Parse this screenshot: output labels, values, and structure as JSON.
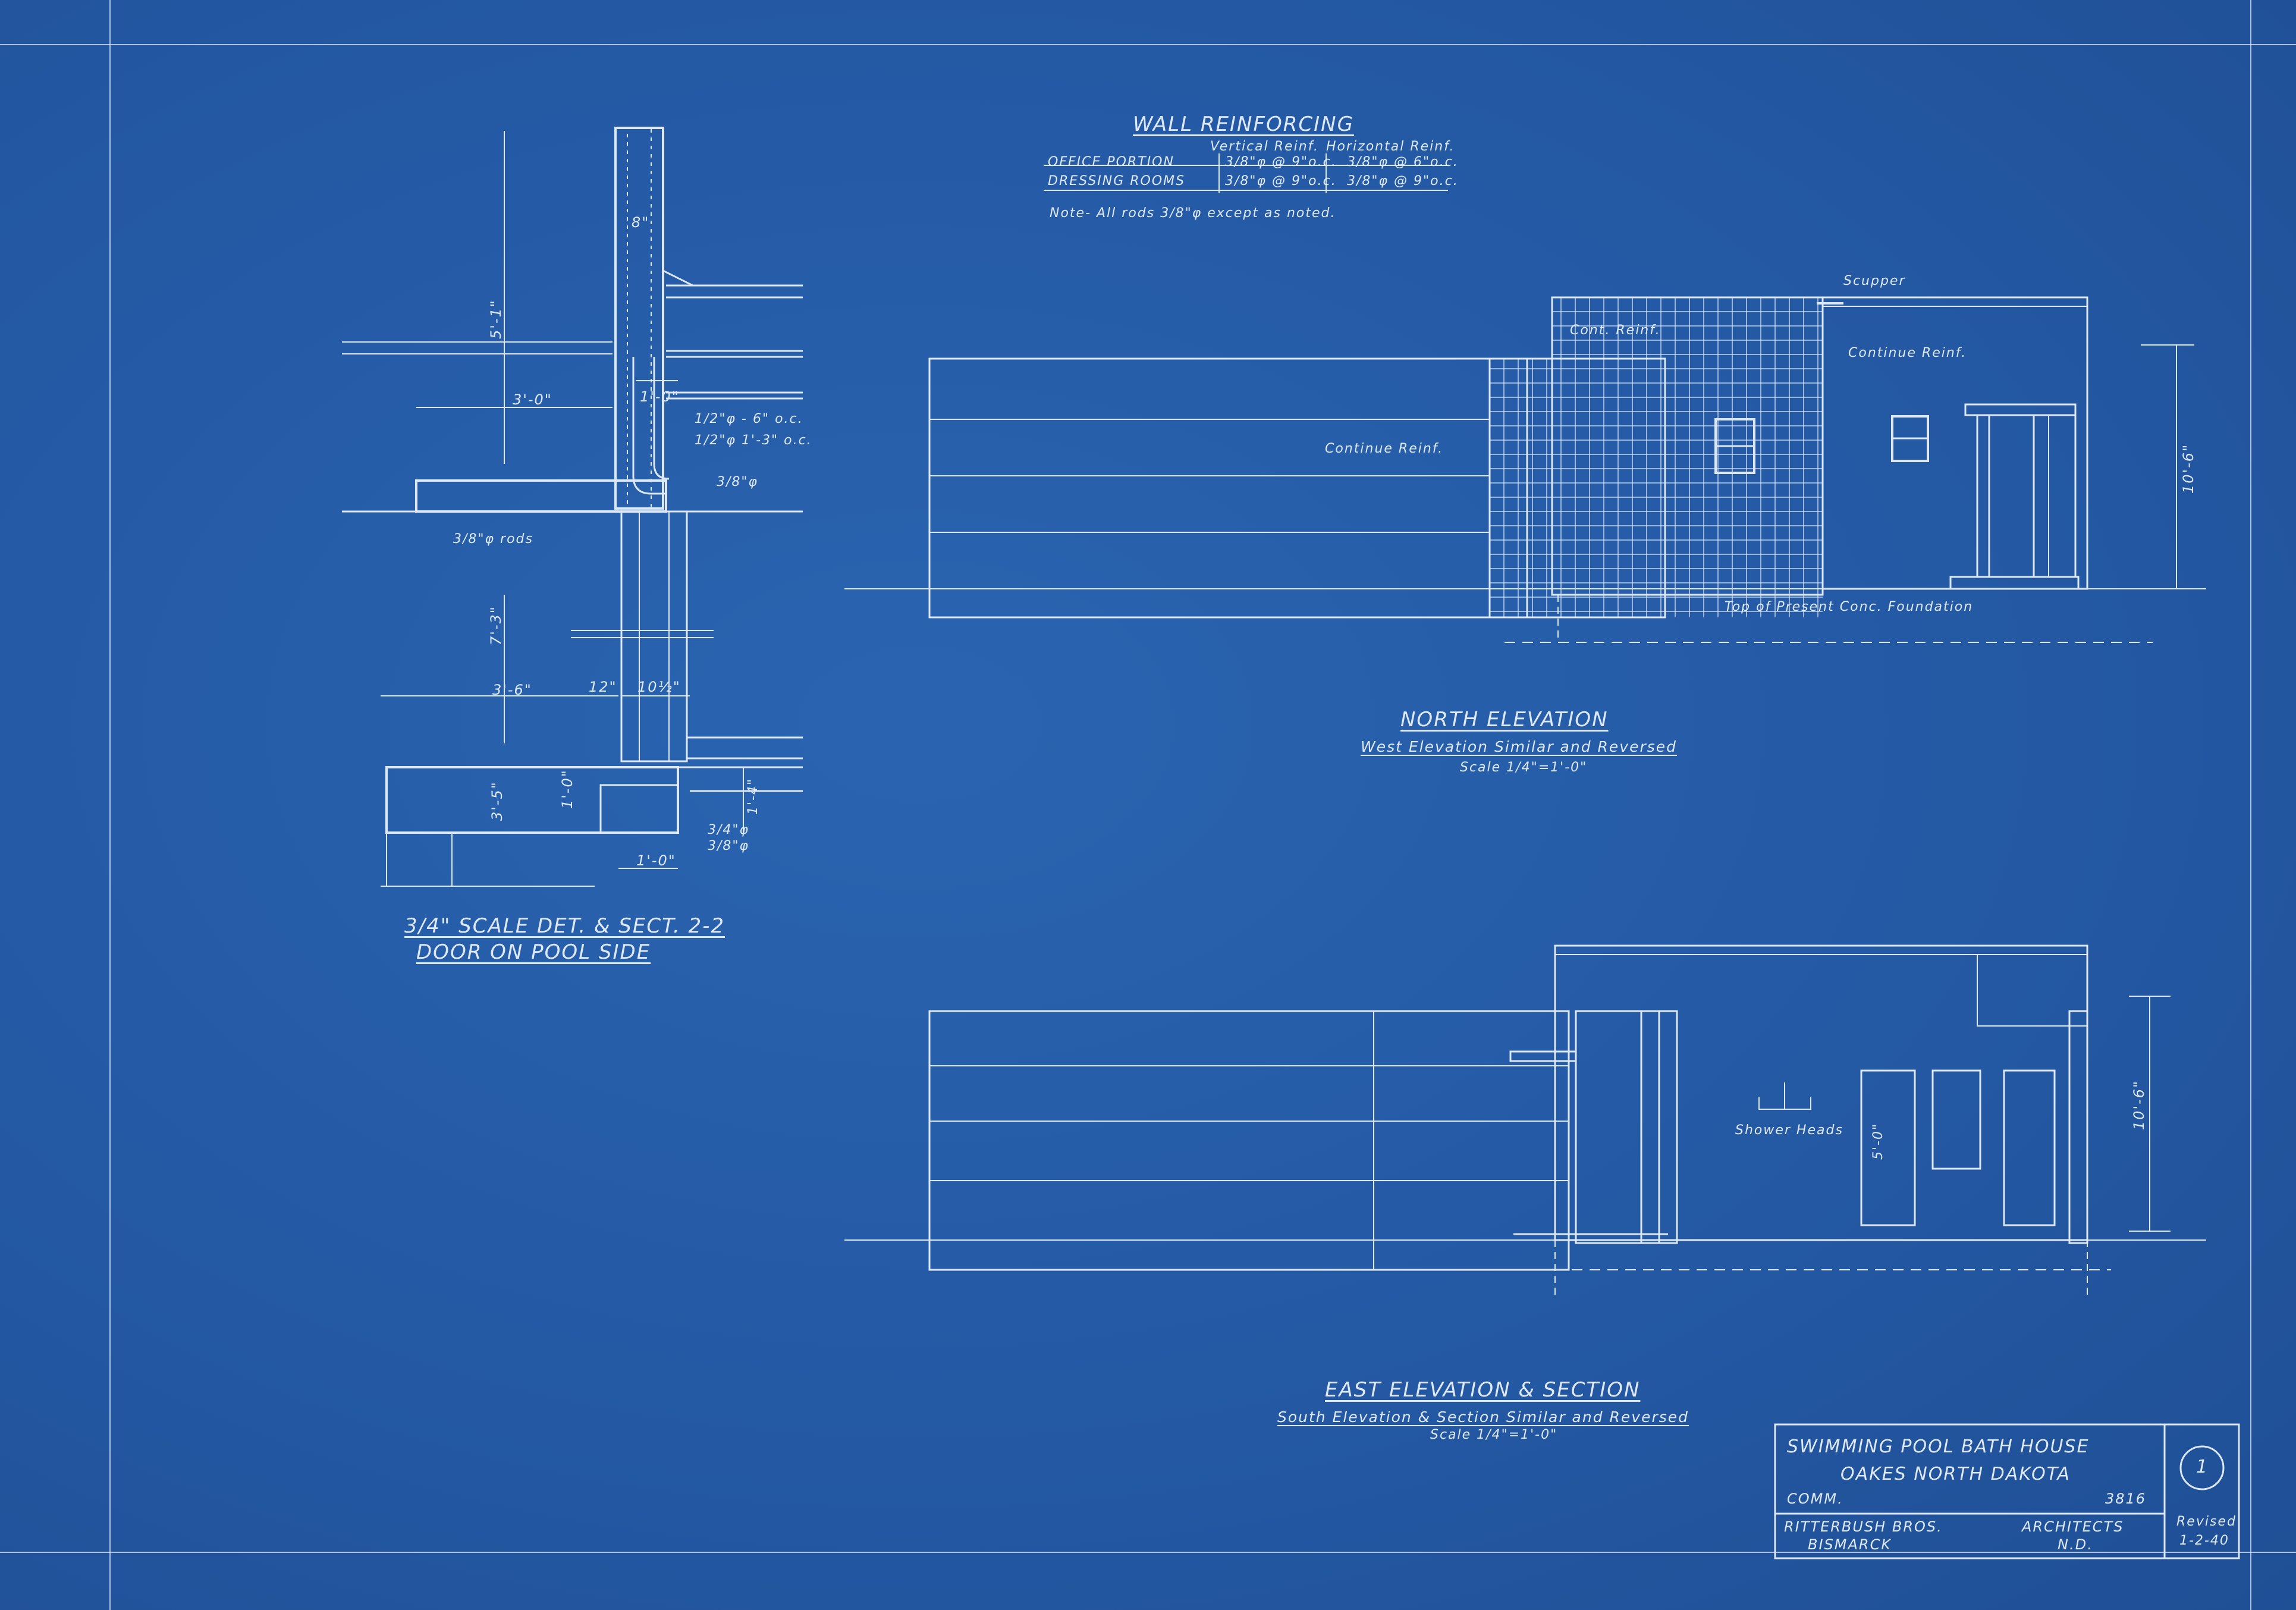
{
  "wall_reinforcing": {
    "title": "WALL REINFORCING",
    "col_vertical": "Vertical Reinf.",
    "col_horizontal": "Horizontal Reinf.",
    "rows": [
      {
        "label": "OFFICE PORTION",
        "vertical": "3/8\"φ @ 9\"o.c.",
        "horizontal": "3/8\"φ @ 6\"o.c."
      },
      {
        "label": "DRESSING ROOMS",
        "vertical": "3/8\"φ @ 9\"o.c.",
        "horizontal": "3/8\"φ @ 9\"o.c."
      }
    ],
    "note": "Note- All rods 3/8\"φ except as noted."
  },
  "north_elevation": {
    "title": "NORTH ELEVATION",
    "subtitle": "West Elevation Similar and Reversed",
    "scale": "Scale 1/4\"=1'-0\"",
    "labels": {
      "scupper": "Scupper",
      "cont_reinf": "Cont. Reinf.",
      "continue_reinf_right": "Continue Reinf.",
      "continue_reinf_left": "Continue Reinf.",
      "foundation": "Top of Present Conc. Foundation",
      "height": "10'-6\""
    }
  },
  "east_elevation": {
    "title": "EAST ELEVATION & SECTION",
    "subtitle": "South Elevation & Section Similar and Reversed",
    "scale": "Scale 1/4\"=1'-0\"",
    "labels": {
      "shower_heads": "Shower Heads",
      "height": "10'-6\"",
      "door_height": "5'-0\""
    }
  },
  "detail": {
    "title_1": "3/4\" SCALE DET. & SECT. 2-2",
    "title_2": "DOOR ON POOL SIDE",
    "dims": {
      "d_5_1": "5'-1\"",
      "d_3_0": "3'-0\"",
      "d_1_0_top": "1'-0\"",
      "d_8": "8\"",
      "rods_note_1": "1/2\"φ - 6\" o.c.",
      "rods_note_2": "1/2\"φ 1'-3\" o.c.",
      "rods_label": "3/8\"φ rods",
      "d_3_8": "3/8\"φ",
      "d_7_3": "7'-3\"",
      "d_3_6": "3'-6\"",
      "d_12": "12\"",
      "d_10_half": "10½\"",
      "d_3_5": "3'-5\"",
      "d_1_0_mid": "1'-0\"",
      "d_1_4": "1'-4\"",
      "d_1_0_bot": "1'-0\"",
      "d_bar_1": "3/4\"φ",
      "d_bar_2": "3/8\"φ"
    }
  },
  "title_block": {
    "project": "SWIMMING POOL BATH HOUSE",
    "location": "OAKES NORTH DAKOTA",
    "comm_label": "COMM.",
    "comm_number": "3816",
    "firm": "RITTERBUSH BROS.",
    "role": "ARCHITECTS",
    "city": "BISMARCK",
    "state": "N.D.",
    "sheet_number": "1",
    "revised_label": "Revised",
    "revised_date": "1-2-40"
  },
  "colors": {
    "paper": "#245ba6",
    "line": "#dde7f5"
  }
}
